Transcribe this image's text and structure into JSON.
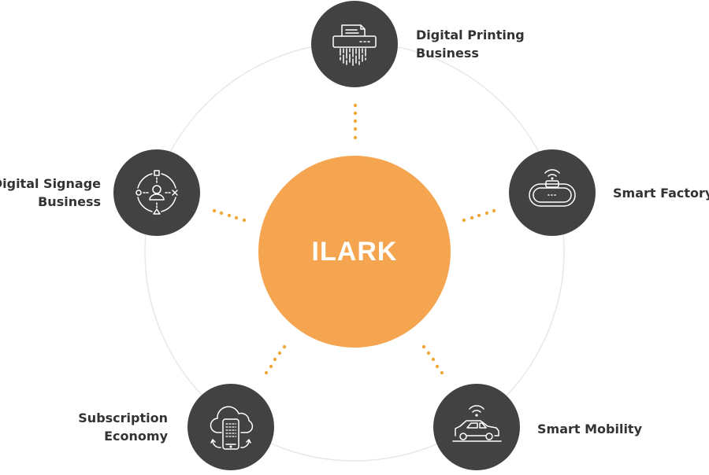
{
  "center": {
    "label": "ILARK"
  },
  "colors": {
    "center_fill": "#f5a550",
    "node_fill": "#424242",
    "dots": "#f2a73a",
    "ring": "#e8e8e8",
    "text": "#333333"
  },
  "nodes": [
    {
      "id": "digital-printing",
      "lines": [
        "Digital Printing",
        "Business"
      ],
      "icon": "printer-shredder-icon"
    },
    {
      "id": "smart-factory",
      "lines": [
        "Smart Factory"
      ],
      "icon": "conveyor-belt-wifi-icon"
    },
    {
      "id": "smart-mobility",
      "lines": [
        "Smart Mobility"
      ],
      "icon": "connected-car-icon"
    },
    {
      "id": "subscription-economy",
      "lines": [
        "Subscription",
        "Economy"
      ],
      "icon": "cloud-phone-sync-icon"
    },
    {
      "id": "digital-signage",
      "lines": [
        "Digital Signage",
        "Business"
      ],
      "icon": "user-target-icon"
    }
  ]
}
